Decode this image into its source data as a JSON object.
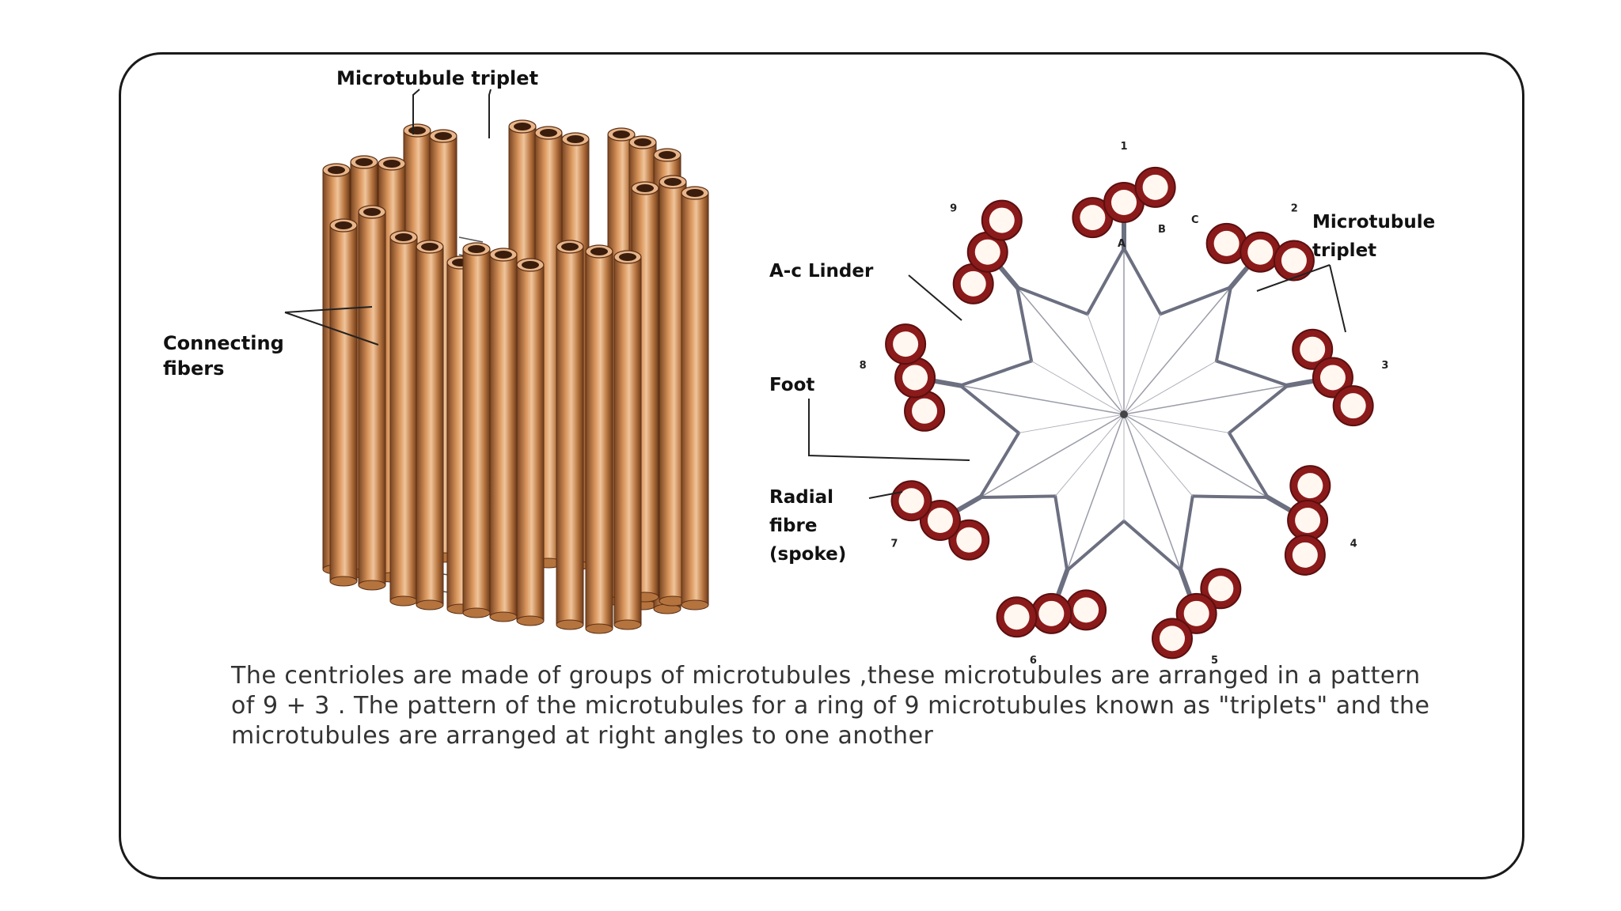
{
  "diagram": {
    "left_figure": {
      "label_triplet": "Microtubule triplet",
      "label_fibers_line1": "Connecting",
      "label_fibers_line2": "fibers"
    },
    "right_figure": {
      "label_triplet_line1": "Microtubule",
      "label_triplet_line2": "triplet",
      "label_linder": "A-c Linder",
      "label_foot": "Foot",
      "label_radial_line1": "Radial",
      "label_radial_line2": "fibre",
      "label_radial_line3": "(spoke)",
      "triplet_numbers": [
        "1",
        "2",
        "3",
        "4",
        "5",
        "6",
        "7",
        "8",
        "9"
      ],
      "tubule_letters": [
        "A",
        "B",
        "C"
      ]
    },
    "colors": {
      "tube": "#b5733e",
      "tube_highlight": "#f0c49a",
      "triplet_ring": "#8b1a1a",
      "triplet_center": "#fff7f0",
      "connector": "#6b6f80"
    }
  },
  "caption": {
    "text": "The centrioles are made of groups of microtubules ,these microtubules are arranged in a pattern of 9 + 3 . The pattern of the microtubules for a ring of 9 microtubules known as \"triplets\" and the microtubules are arranged at right angles to one another"
  }
}
